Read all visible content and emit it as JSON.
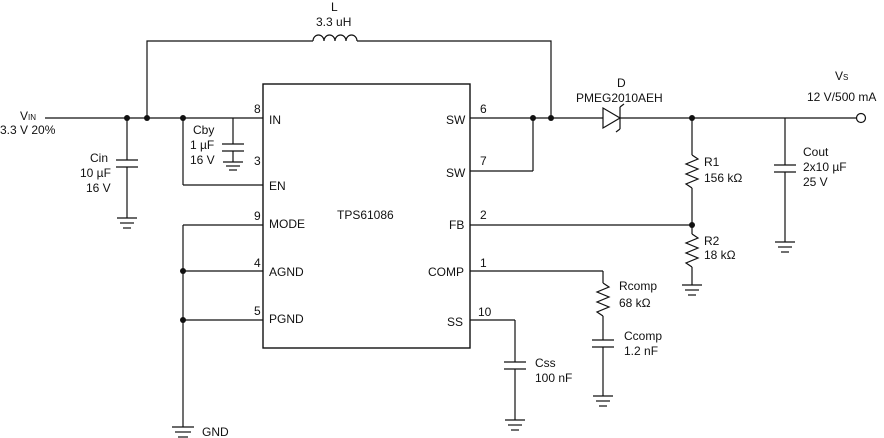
{
  "chip": {
    "name": "TPS61086",
    "left_pins": [
      {
        "num": "8",
        "label": "IN"
      },
      {
        "num": "3",
        "label": "EN"
      },
      {
        "num": "9",
        "label": "MODE"
      },
      {
        "num": "4",
        "label": "AGND"
      },
      {
        "num": "5",
        "label": "PGND"
      }
    ],
    "right_pins": [
      {
        "num": "6",
        "label": "SW"
      },
      {
        "num": "7",
        "label": "SW"
      },
      {
        "num": "2",
        "label": "FB"
      },
      {
        "num": "1",
        "label": "COMP"
      },
      {
        "num": "10",
        "label": "SS"
      }
    ]
  },
  "input": {
    "name_main": "V",
    "name_sub": "IN",
    "value": "3.3 V  20%"
  },
  "output": {
    "name_main": "V",
    "name_sub": "S",
    "value": "12  V/500  mA"
  },
  "inductor": {
    "name": "L",
    "value": "3.3 uH"
  },
  "diode": {
    "name": "D",
    "part": "PMEG2010AEH"
  },
  "cin": {
    "name": "Cin",
    "value": "10 µF",
    "voltage": "16 V"
  },
  "cby": {
    "name": "Cby",
    "value": "1 µF",
    "voltage": "16 V"
  },
  "r1": {
    "name": "R1",
    "value": "156 kΩ"
  },
  "r2": {
    "name": "R2",
    "value": "18 kΩ"
  },
  "cout": {
    "name": "Cout",
    "value": "2x10 µF",
    "voltage": "25 V"
  },
  "rcomp": {
    "name": "Rcomp",
    "value": "68 kΩ"
  },
  "ccomp": {
    "name": "Ccomp",
    "value": "1.2 nF"
  },
  "css": {
    "name": "Css",
    "value": "100 nF"
  },
  "gnd_label": "GND"
}
